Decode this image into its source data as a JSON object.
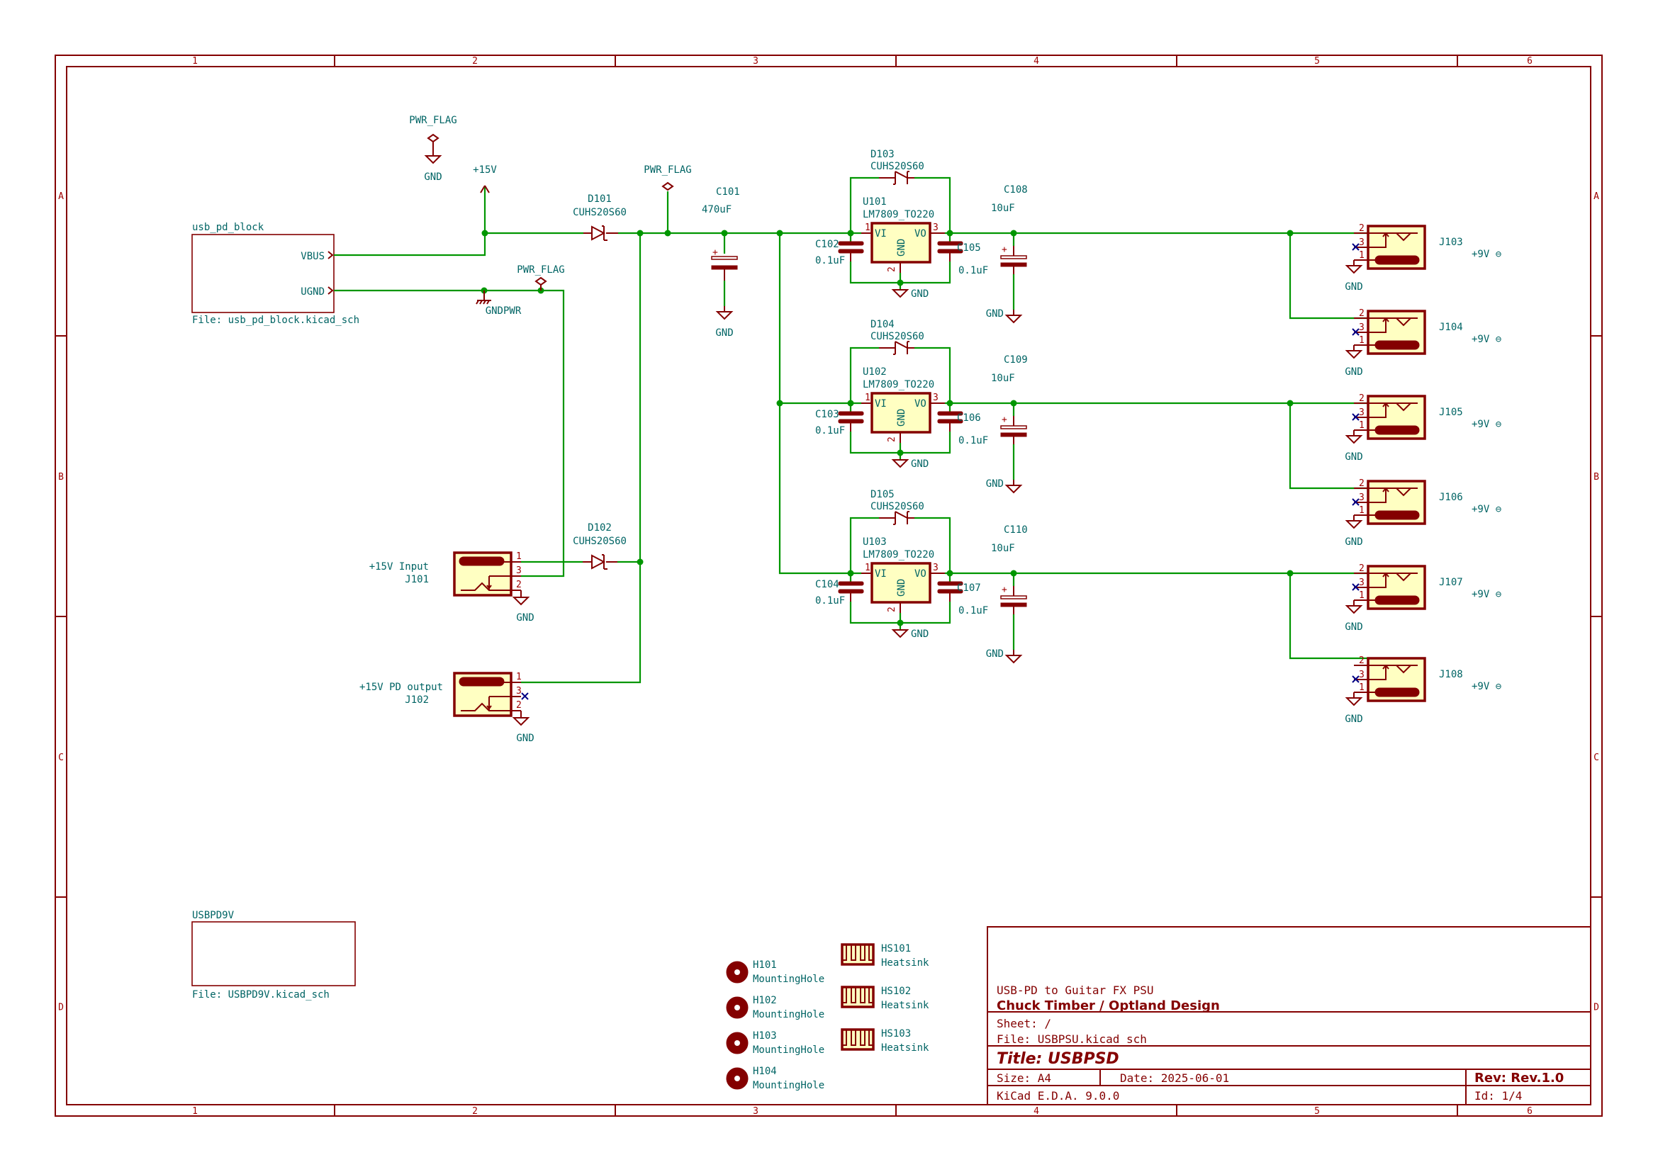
{
  "frame": {
    "columns": [
      "1",
      "2",
      "3",
      "4",
      "5",
      "6"
    ],
    "rows": [
      "A",
      "B",
      "C",
      "D"
    ]
  },
  "sheets": {
    "usb_pd_block": {
      "name": "usb_pd_block",
      "file": "File: usb_pd_block.kicad_sch",
      "pins": [
        "VBUS",
        "UGND"
      ]
    },
    "usbpd9v": {
      "name": "USBPD9V",
      "file": "File: USBPD9V.kicad_sch"
    }
  },
  "power": {
    "pwr_flag": "PWR_FLAG",
    "gnd": "GND",
    "gndpwr": "GNDPWR",
    "v15": "+15V"
  },
  "input": {
    "d101": {
      "ref": "D101",
      "value": "CUHS20S60"
    },
    "d102": {
      "ref": "D102",
      "value": "CUHS20S60"
    },
    "c101": {
      "ref": "C101",
      "value": "470uF"
    },
    "j101": {
      "ref": "J101",
      "value": "+15V Input",
      "pins": [
        "1",
        "3",
        "2"
      ]
    },
    "j102": {
      "ref": "J102",
      "value": "+15V PD output",
      "pins": [
        "1",
        "3",
        "2"
      ]
    }
  },
  "regulators": [
    {
      "u": "U101",
      "part": "LM7809_TO220",
      "d": "D103",
      "dval": "CUHS20S60",
      "cin": "C102",
      "cinval": "0.1uF",
      "cout": "C105",
      "coutval": "0.1uF",
      "cbulk": "C108",
      "cbulkval": "10uF",
      "pins": [
        "1",
        "3",
        "2"
      ],
      "vi": "VI",
      "vo": "VO",
      "gnd": "GND"
    },
    {
      "u": "U102",
      "part": "LM7809_TO220",
      "d": "D104",
      "dval": "CUHS20S60",
      "cin": "C103",
      "cinval": "0.1uF",
      "cout": "C106",
      "coutval": "0.1uF",
      "cbulk": "C109",
      "cbulkval": "10uF",
      "pins": [
        "1",
        "3",
        "2"
      ],
      "vi": "VI",
      "vo": "VO",
      "gnd": "GND"
    },
    {
      "u": "U103",
      "part": "LM7809_TO220",
      "d": "D105",
      "dval": "CUHS20S60",
      "cin": "C104",
      "cinval": "0.1uF",
      "cout": "C107",
      "coutval": "0.1uF",
      "cbulk": "C110",
      "cbulkval": "10uF",
      "pins": [
        "1",
        "3",
        "2"
      ],
      "vi": "VI",
      "vo": "VO",
      "gnd": "GND"
    }
  ],
  "outputs": [
    {
      "ref": "J103",
      "value": "+9V ⊖",
      "pins": [
        "2",
        "3",
        "1"
      ]
    },
    {
      "ref": "J104",
      "value": "+9V ⊖",
      "pins": [
        "2",
        "3",
        "1"
      ]
    },
    {
      "ref": "J105",
      "value": "+9V ⊖",
      "pins": [
        "2",
        "3",
        "1"
      ]
    },
    {
      "ref": "J106",
      "value": "+9V ⊖",
      "pins": [
        "2",
        "3",
        "1"
      ]
    },
    {
      "ref": "J107",
      "value": "+9V ⊖",
      "pins": [
        "2",
        "3",
        "1"
      ]
    },
    {
      "ref": "J108",
      "value": "+9V ⊖",
      "pins": [
        "2",
        "3",
        "1"
      ]
    }
  ],
  "mounting_holes": [
    {
      "ref": "H101",
      "value": "MountingHole"
    },
    {
      "ref": "H102",
      "value": "MountingHole"
    },
    {
      "ref": "H103",
      "value": "MountingHole"
    },
    {
      "ref": "H104",
      "value": "MountingHole"
    }
  ],
  "heatsinks": [
    {
      "ref": "HS101",
      "value": "Heatsink"
    },
    {
      "ref": "HS102",
      "value": "Heatsink"
    },
    {
      "ref": "HS103",
      "value": "Heatsink"
    }
  ],
  "title_block": {
    "comment": "USB-PD to Guitar FX PSU",
    "company": "Chuck Timber / Optland Design",
    "sheet": "Sheet: /",
    "file": "File: USBPSU.kicad_sch",
    "title": "Title: USBPSD",
    "size": "Size: A4",
    "date": "Date: 2025-06-01",
    "rev": "Rev: Rev.1.0",
    "tool": "KiCad E.D.A. 9.0.0",
    "id": "Id: 1/4"
  },
  "colors": {
    "wire": "#009600",
    "symbol": "#840000",
    "body": "#ffffc2",
    "text": "#006464",
    "noconnect": "#000084"
  }
}
